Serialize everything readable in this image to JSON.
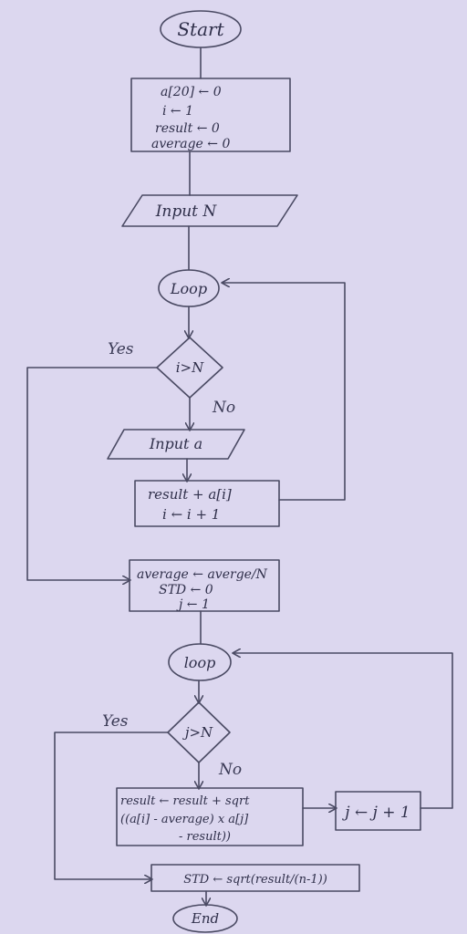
{
  "flowchart": {
    "start": "Start",
    "init_box": [
      "a[20] ← 0",
      "i ← 1",
      "result ← 0",
      "average ← 0"
    ],
    "input_n": "Input N",
    "loop1": "Loop",
    "cond1": "i>N",
    "cond1_yes": "Yes",
    "cond1_no": "No",
    "input_a": "Input a",
    "accum_box": [
      "result + a[i]",
      "i ← i + 1"
    ],
    "avg_box": [
      "average ← averge/N",
      "STD ← 0",
      "j ← 1"
    ],
    "loop2": "loop",
    "cond2": "j>N",
    "cond2_yes": "Yes",
    "cond2_no": "No",
    "result_box": [
      "result ← result + sqrt",
      "((a[i] - average) x a[j]",
      "- result))"
    ],
    "inc_j": "j ← j + 1",
    "std_box": "STD ← sqrt(result/(n-1))",
    "end": "End"
  },
  "colors": {
    "paper": "#dcd7ef",
    "ink": "#4a4a63"
  }
}
